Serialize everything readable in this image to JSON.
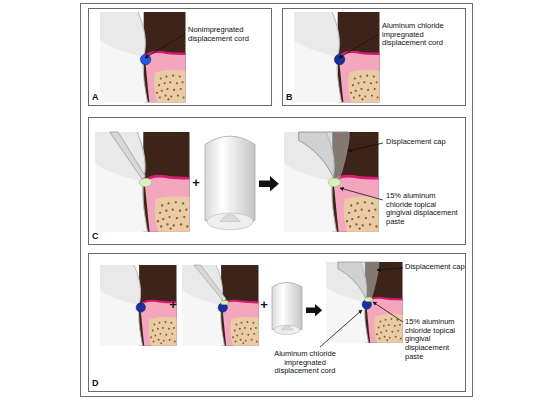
{
  "diagram": {
    "nodes": [
      {
        "text": [
          "A"
        ]
      },
      {
        "text": [
          "B"
        ]
      },
      {
        "text": [
          "C"
        ]
      },
      {
        "text": [
          "D"
        ]
      }
    ],
    "labels": [
      "Nonimpregnated displacement cord",
      "Aluminum chloride impregnated displacement cord",
      "+",
      "Displacement cap",
      "15% aluminum chloride topical gingival displacement paste",
      "+",
      "+",
      "Displacement cap",
      "Aluminum chloride impregnated displacement cord",
      "15% aluminum chloride topical gingival displacement paste"
    ]
  }
}
